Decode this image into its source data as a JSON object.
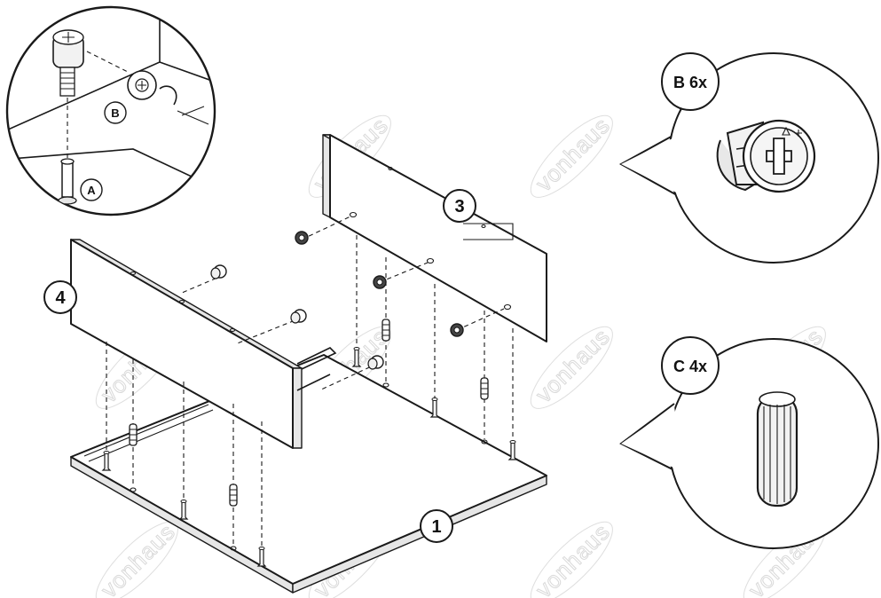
{
  "watermark": {
    "text": "vonhaus",
    "color": "#d9d9d9"
  },
  "parts": {
    "label_1": "1",
    "label_3": "3",
    "label_4": "4"
  },
  "detail_inset": {
    "label_a": "A",
    "label_b": "B"
  },
  "callouts": {
    "cam_lock": "B 6x",
    "dowel": "C 4x"
  },
  "icons": [
    "cam-lock-icon",
    "wooden-dowel-icon",
    "cam-bolt-icon"
  ],
  "colors": {
    "line": "#1a1a1a",
    "edge_fill": "#e6e6e6",
    "background": "#ffffff"
  }
}
